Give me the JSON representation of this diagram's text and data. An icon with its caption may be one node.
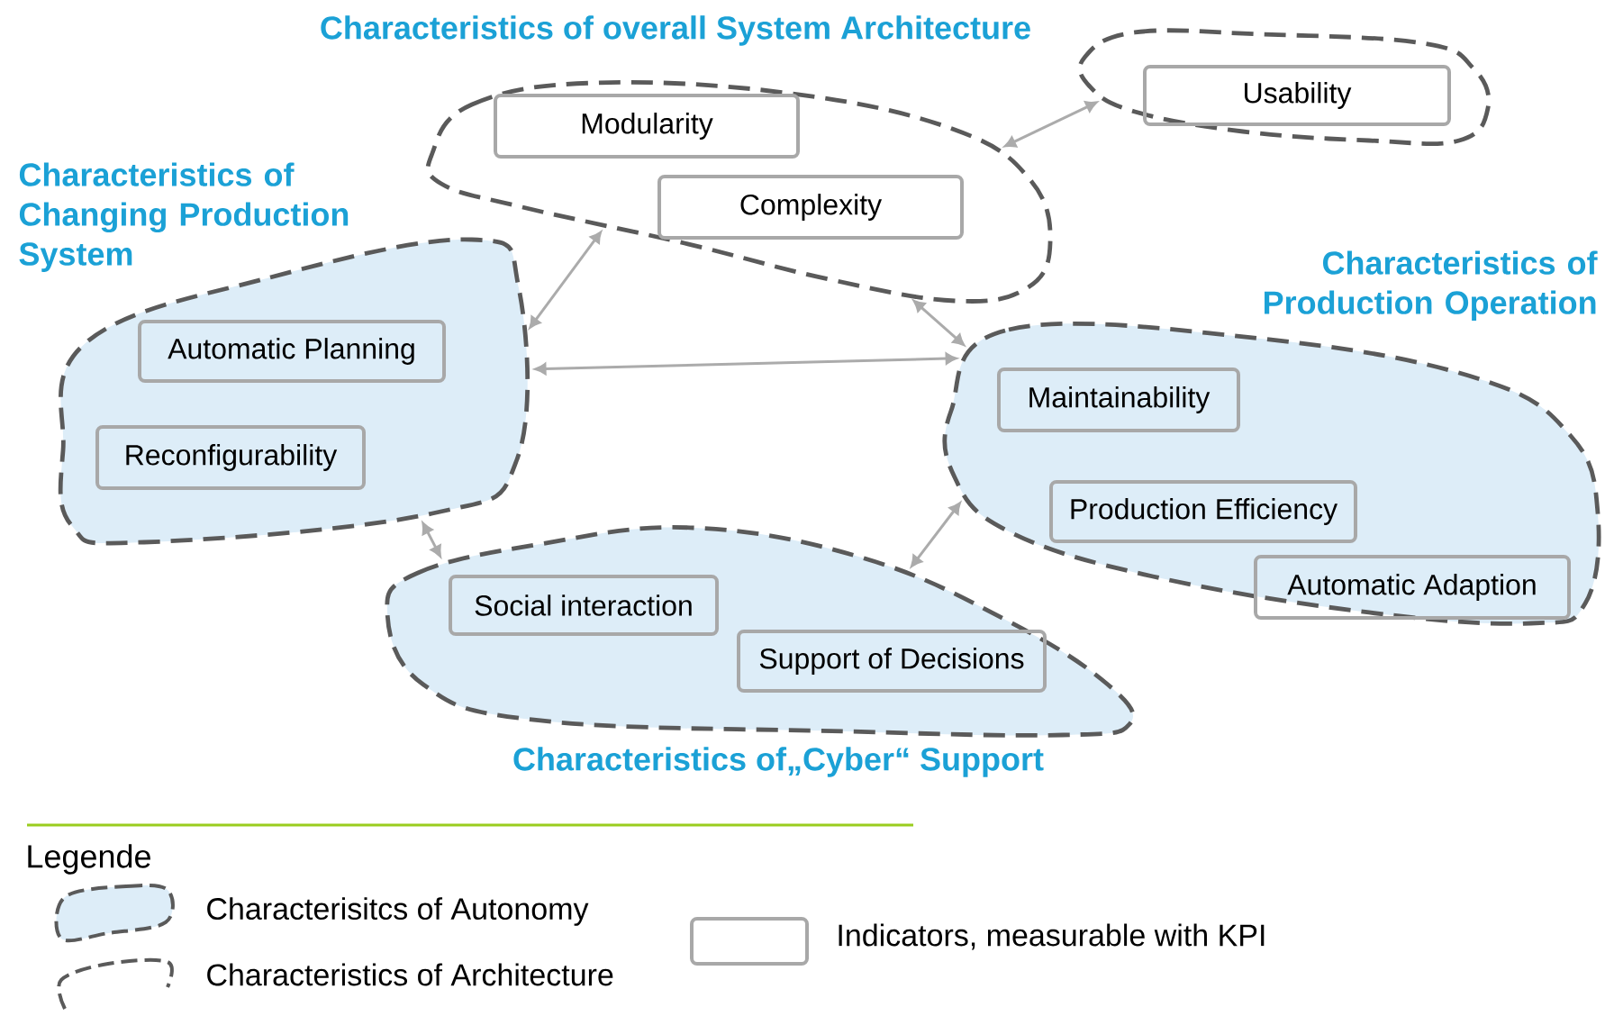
{
  "diagram": {
    "nodes": [
      {
        "text": [
          "Characteristics of overall System Architecture"
        ]
      },
      {
        "text": [
          "Modularity"
        ],
        "in": 0
      },
      {
        "text": [
          "Complexity"
        ],
        "in": 0
      },
      {
        "text": [],
        "shape": "ellipse"
      },
      {
        "text": [
          "Usability"
        ],
        "in": 3
      },
      {
        "text": [
          "Characteristics of Changing Production System"
        ]
      },
      {
        "text": [
          "Automatic Planning"
        ],
        "in": 5
      },
      {
        "text": [
          "Reconfigurability"
        ],
        "in": 5
      },
      {
        "text": [
          "Characteristics of Production Operation"
        ]
      },
      {
        "text": [
          "Maintainability"
        ],
        "in": 8
      },
      {
        "text": [
          "Production Efficiency"
        ],
        "in": 8
      },
      {
        "text": [
          "Automatic Adaption"
        ],
        "in": 8
      },
      {
        "text": [
          "Characteristics of„Cyber“ Support"
        ]
      },
      {
        "text": [
          "Social interaction"
        ],
        "in": 12
      },
      {
        "text": [
          "Support of Decisions"
        ],
        "in": 12
      }
    ],
    "edges": [
      {
        "from": 0,
        "to": 3,
        "arrow": "both"
      },
      {
        "from": 5,
        "to": 0,
        "arrow": "both"
      },
      {
        "from": 0,
        "to": 8,
        "arrow": "both"
      },
      {
        "from": 5,
        "to": 8,
        "arrow": "both"
      },
      {
        "from": 5,
        "to": 12,
        "arrow": "both"
      },
      {
        "from": 12,
        "to": 8,
        "arrow": "both"
      }
    ],
    "labels": [
      "Legende"
    ],
    "legend": [
      {
        "text": "Characterisitcs of Autonomy"
      },
      {
        "text": "Characteristics of Architecture"
      },
      {
        "text": "Indicators, measurable with KPI"
      }
    ]
  }
}
